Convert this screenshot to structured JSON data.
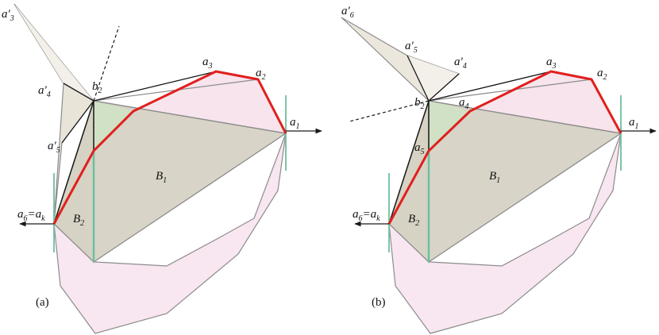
{
  "colors": {
    "pink_fill": "#f8e6f0",
    "polygon_fill": "#d8d4c8",
    "gray_stroke": "#8c8c8c",
    "dark_stroke": "#1a1a1a",
    "red_chain": "#e0201e",
    "green_segment": "#6cbf9f",
    "green_fill": "#cfe3c4"
  },
  "panels": [
    {
      "caption": "(a)",
      "labels": {
        "a_prime_3": {
          "base": "a′",
          "sub": "3"
        },
        "a_prime_4": {
          "base": "a′",
          "sub": "4"
        },
        "a_prime_5": {
          "base": "a′",
          "sub": "5"
        },
        "b_2": {
          "base": "b",
          "sub": "2"
        },
        "a_3": {
          "base": "a",
          "sub": "3"
        },
        "a_2": {
          "base": "a",
          "sub": "2"
        },
        "a_1": {
          "base": "a",
          "sub": "1"
        },
        "B_1": {
          "base": "B",
          "sub": "1"
        },
        "B_2": {
          "base": "B",
          "sub": "2"
        },
        "a6_ak": {
          "base": "a",
          "sub": "6",
          "eq": "=a",
          "sub2": "k"
        }
      }
    },
    {
      "caption": "(b)",
      "labels": {
        "a_prime_6": {
          "base": "a′",
          "sub": "6"
        },
        "a_prime_5": {
          "base": "a′",
          "sub": "5"
        },
        "a_prime_4": {
          "base": "a′",
          "sub": "4"
        },
        "b_2": {
          "base": "b",
          "sub": "2"
        },
        "a_3": {
          "base": "a",
          "sub": "3"
        },
        "a_2": {
          "base": "a",
          "sub": "2"
        },
        "a_4": {
          "base": "a",
          "sub": "4"
        },
        "a_5": {
          "base": "a",
          "sub": "5"
        },
        "a_1": {
          "base": "a",
          "sub": "1"
        },
        "B_1": {
          "base": "B",
          "sub": "1"
        },
        "B_2": {
          "base": "B",
          "sub": "2"
        },
        "a6_ak": {
          "base": "a",
          "sub": "6",
          "eq": "=a",
          "sub2": "k"
        }
      }
    }
  ]
}
